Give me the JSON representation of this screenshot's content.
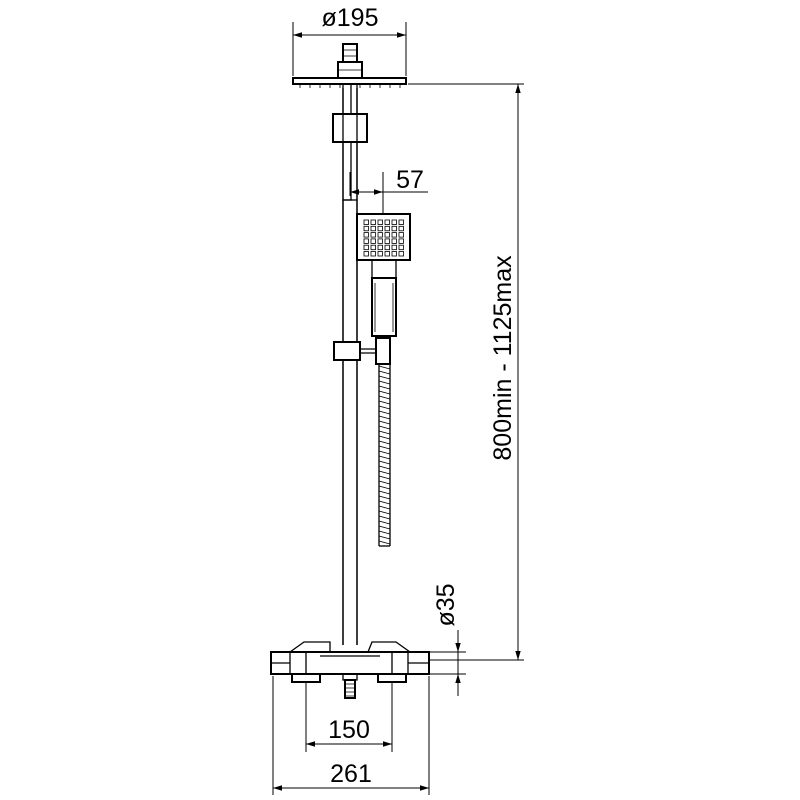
{
  "dimensions": {
    "head_diameter": "ø195",
    "handset_offset": "57",
    "height_range": "800min - 1125max",
    "pipe_diameter": "ø35",
    "inlet_centres": "150",
    "overall_width": "261"
  }
}
